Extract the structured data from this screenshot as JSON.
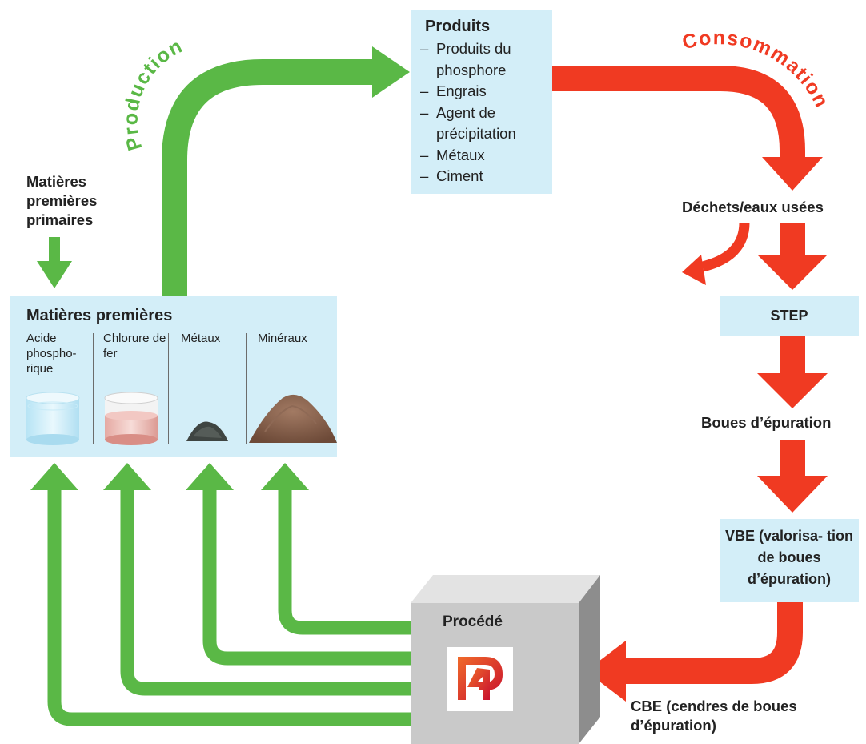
{
  "colors": {
    "green": "#5ab846",
    "red": "#f03a22",
    "box_fill": "#d3eef8",
    "process_front": "#c9c9c9",
    "process_top": "#e3e3e3",
    "process_side": "#8d8d8d"
  },
  "arc_labels": {
    "production": "Production",
    "consumption": "Consommation"
  },
  "products": {
    "title": "Produits",
    "items": [
      {
        "dash": "–",
        "text": "Produits du phosphore"
      },
      {
        "dash": "–",
        "text": "Engrais"
      },
      {
        "dash": "–",
        "text": "Agent de précipitation"
      },
      {
        "dash": "–",
        "text": "Métaux"
      },
      {
        "dash": "–",
        "text": "Ciment"
      }
    ]
  },
  "raw_primary_label": "Matières premières primaires",
  "raw_materials": {
    "title": "Matières premières",
    "columns": [
      {
        "label": "Acide phospho- rique",
        "picture": "beaker-clear-liquid"
      },
      {
        "label": "Chlorure de fer",
        "picture": "beaker-red-liquid"
      },
      {
        "label": "Métaux",
        "picture": "dark-metal-powder"
      },
      {
        "label": "Minéraux",
        "picture": "brown-mineral-heap"
      }
    ]
  },
  "waste_label": "Déchets/eaux usées",
  "step_label": "STEP",
  "sludge_label": "Boues d’épuration",
  "vbe_label": "VBE (valorisa- tion de boues d’épuration)",
  "cbe_label": "CBE (cendres de boues d’épuration)",
  "process": {
    "label": "Procédé",
    "logo": "p4-logo-icon"
  }
}
